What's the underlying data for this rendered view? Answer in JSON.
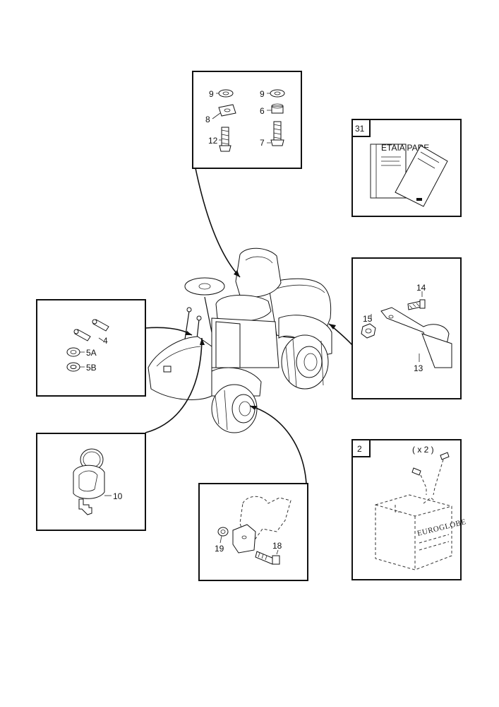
{
  "callouts": {
    "c1": "9",
    "c2": "8",
    "c3": "12",
    "c4": "9",
    "c5": "6",
    "c6": "7",
    "c7": "31",
    "c8": "14",
    "c9": "15",
    "c10": "13",
    "c11": "4",
    "c12": "5A",
    "c13": "5B",
    "c14": "10",
    "c15": "19",
    "c16": "18",
    "c17": "2",
    "c18": "( x 2 )"
  },
  "battery": {
    "brand": "EUROGLOBE"
  },
  "manual": {
    "cover_title": "ETAIA PARE"
  },
  "colors": {
    "line": "#111111",
    "background": "#ffffff"
  }
}
